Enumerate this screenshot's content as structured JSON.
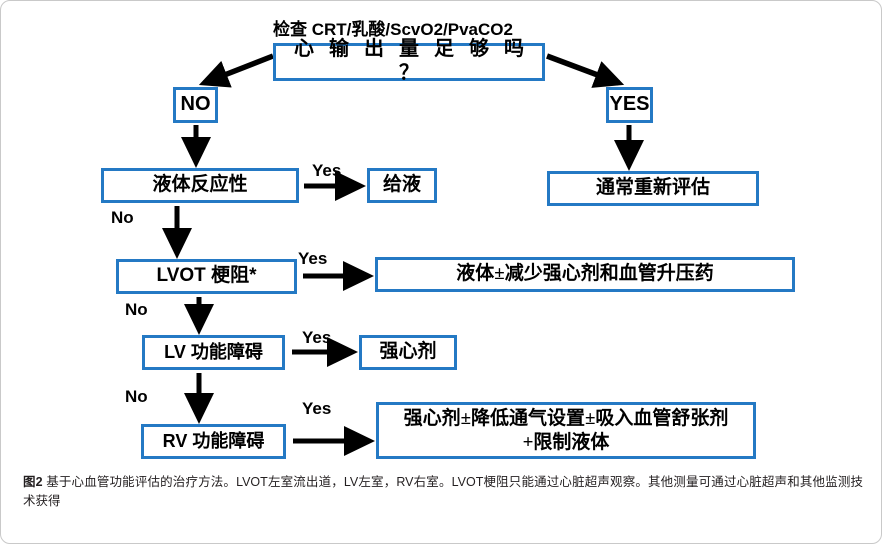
{
  "figure": {
    "header_note": "检查  CRT/乳酸/ScvO2/PvaCO2",
    "caption_label": "图2",
    "caption_text": " 基于心血管功能评估的治疗方法。LVOT左室流出道，LV左室，RV右室。LVOT梗阻只能通过心脏超声观察。其他测量可通过心脏超声和其他监测技术获得"
  },
  "colors": {
    "node_border": "#2479c4",
    "node_fill": "#ffffff",
    "arrow": "#000000",
    "frame_border": "#c9c9c9",
    "text": "#000000"
  },
  "nodes": {
    "cardiac_output": "心 输 出 量 足 够 吗 ？",
    "no_branch": "NO",
    "yes_branch": "YES",
    "fluid_responsiveness": "液体反应性",
    "give_fluid": "给液",
    "reassess": "通常重新评估",
    "lvot_obstruction": "LVOT 梗阻*",
    "reduce_inotropes": "液体±减少强心剂和血管升压药",
    "lv_dysfunction": "LV 功能障碍",
    "inotrope": "强心剂",
    "rv_dysfunction": "RV 功能障碍",
    "rv_treatment": "强心剂±降低通气设置±吸入血管舒张剂\n+限制液体"
  },
  "edge_labels": {
    "yes_1": "Yes",
    "no_1": "No",
    "yes_2": "Yes",
    "no_2": "No",
    "yes_3": "Yes",
    "no_3": "No",
    "yes_4": "Yes"
  },
  "chart_data": {
    "type": "flowchart",
    "title": "基于心血管功能评估的治疗方法",
    "root_note": "检查  CRT/乳酸/ScvO2/PvaCO2",
    "decisions": [
      {
        "question": "心 输 出 量 足 够 吗 ？",
        "branches": [
          {
            "answer": "NO",
            "next": "液体反应性"
          },
          {
            "answer": "YES",
            "next": "通常重新评估"
          }
        ]
      },
      {
        "question": "液体反应性",
        "branches": [
          {
            "answer": "Yes",
            "next": "给液"
          },
          {
            "answer": "No",
            "next": "LVOT 梗阻*"
          }
        ]
      },
      {
        "question": "LVOT 梗阻*",
        "branches": [
          {
            "answer": "Yes",
            "next": "液体±减少强心剂和血管升压药"
          },
          {
            "answer": "No",
            "next": "LV 功能障碍"
          }
        ]
      },
      {
        "question": "LV 功能障碍",
        "branches": [
          {
            "answer": "Yes",
            "next": "强心剂"
          },
          {
            "answer": "No",
            "next": "RV 功能障碍"
          }
        ]
      },
      {
        "question": "RV 功能障碍",
        "branches": [
          {
            "answer": "Yes",
            "next": "强心剂±降低通气设置±吸入血管舒张剂+限制液体"
          }
        ]
      }
    ]
  }
}
